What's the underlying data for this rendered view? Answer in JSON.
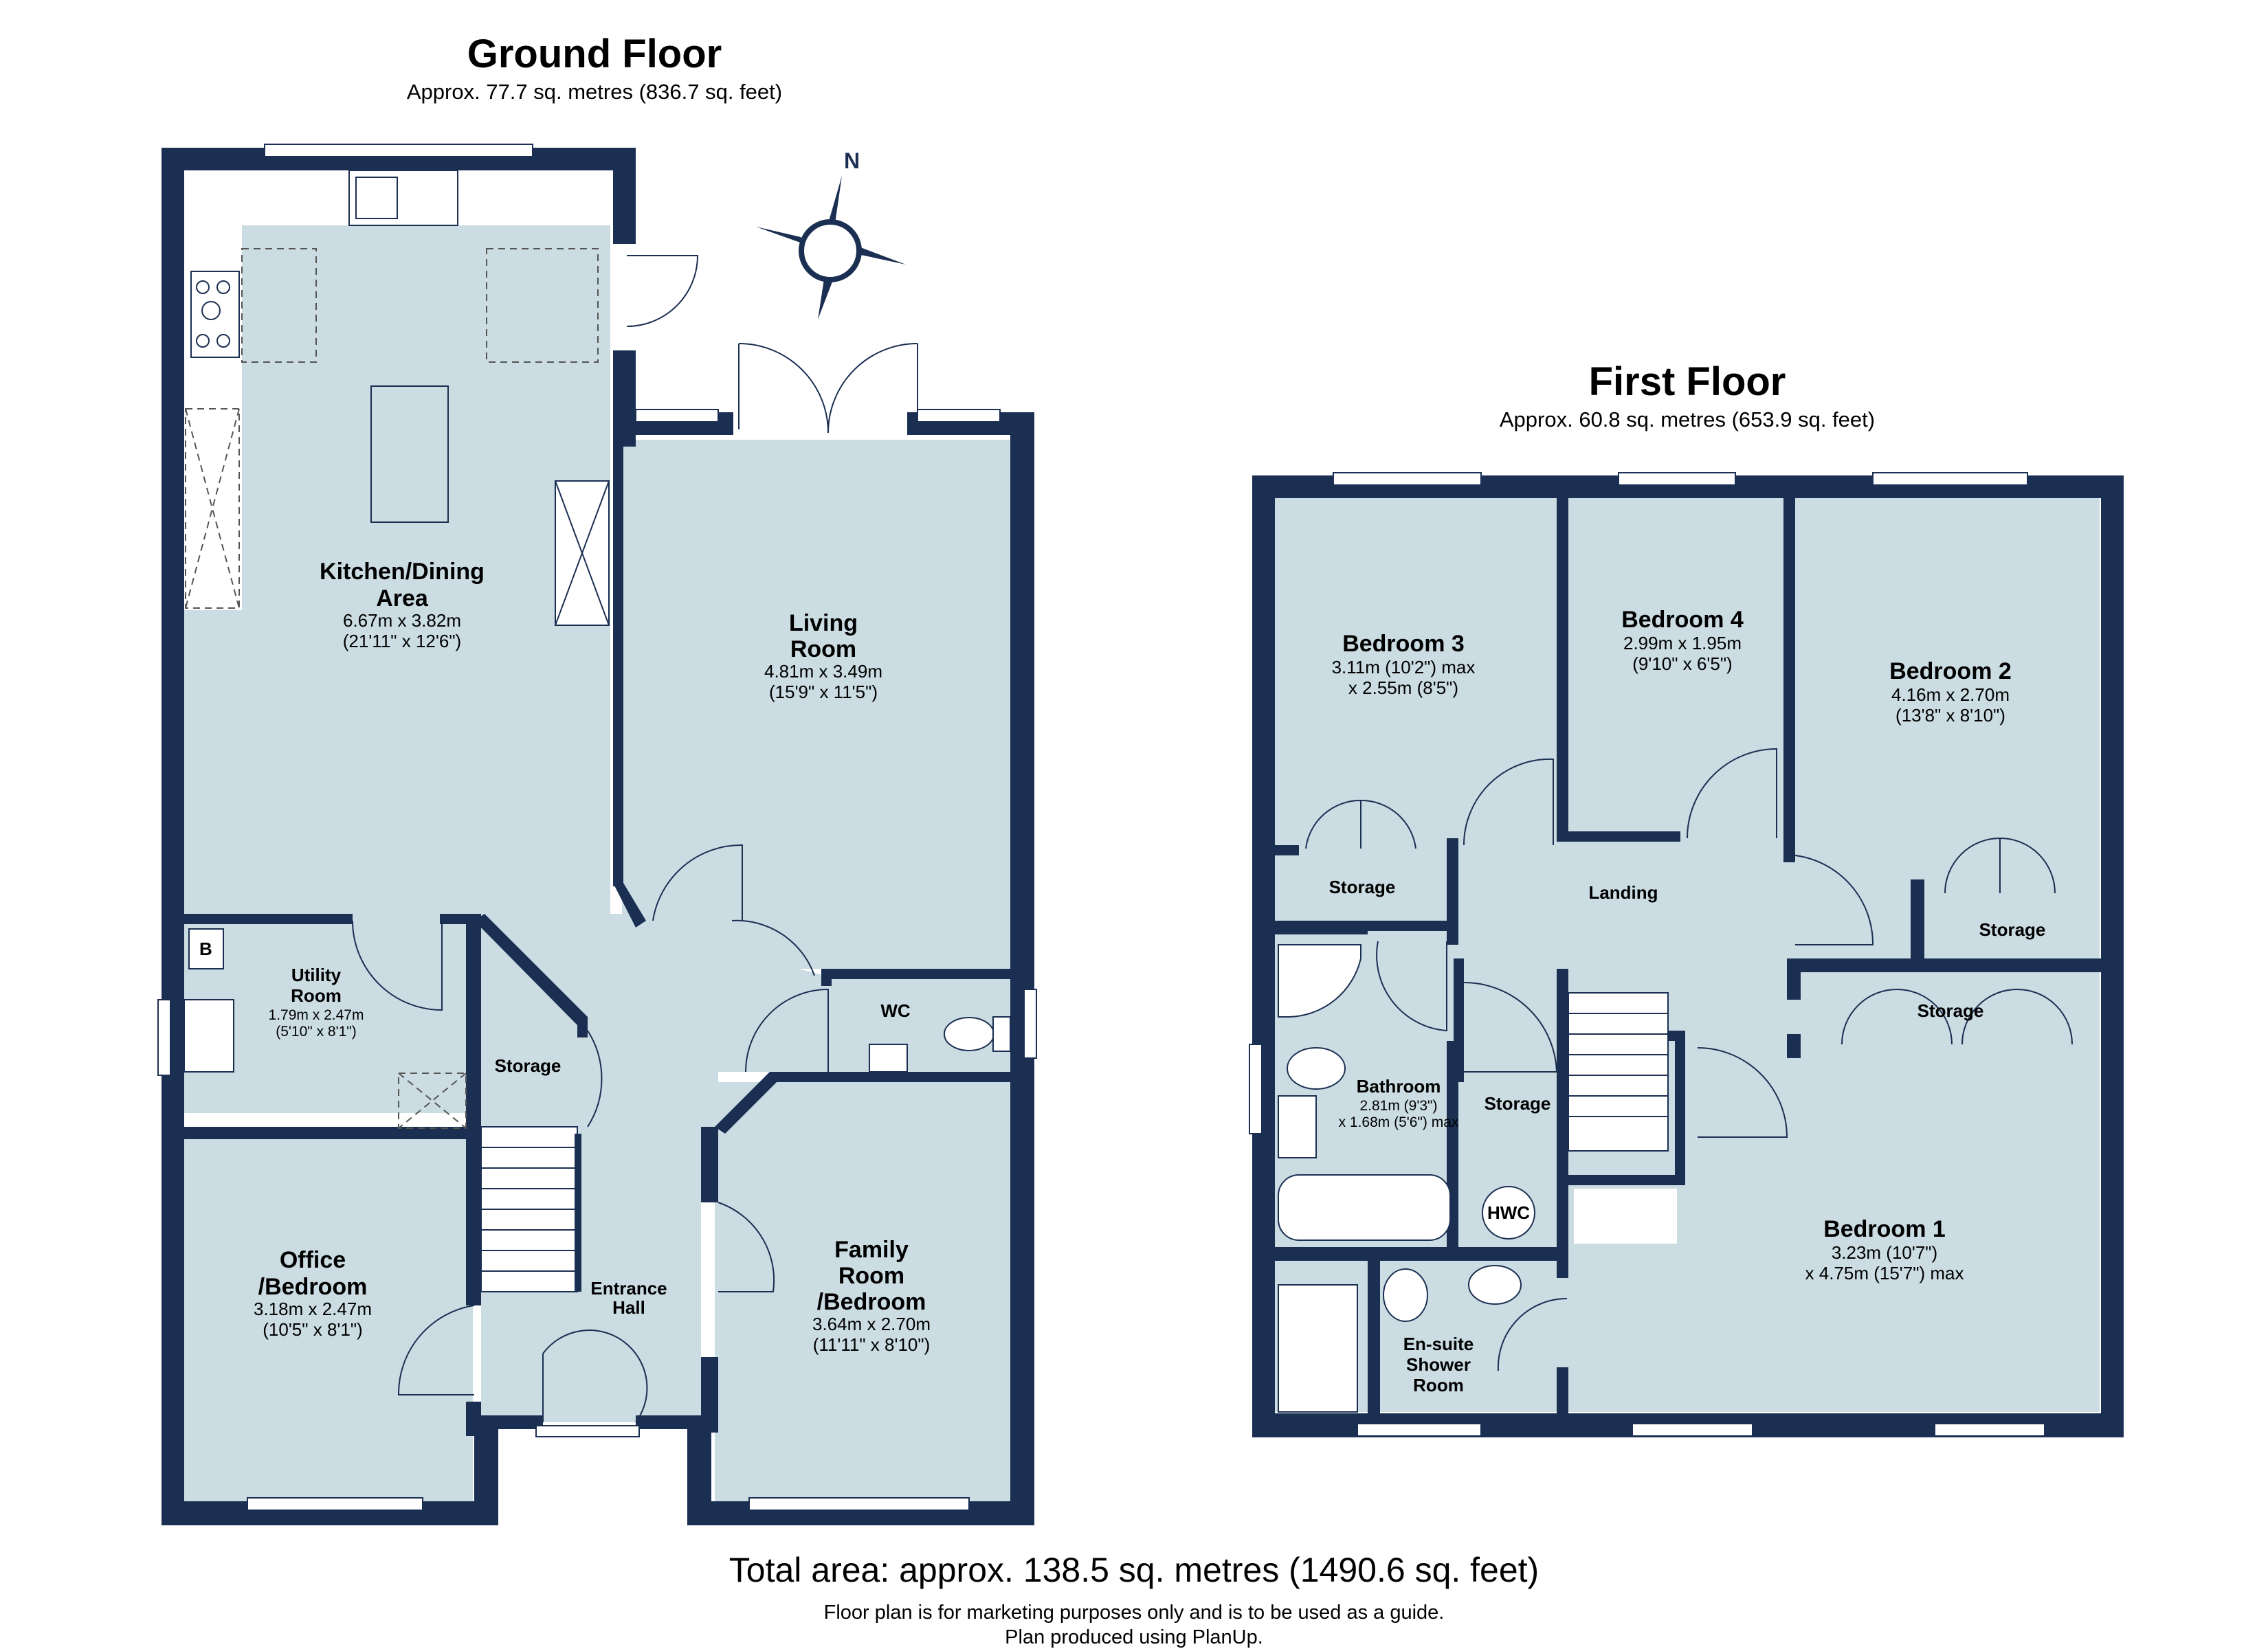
{
  "ground_floor": {
    "title": "Ground Floor",
    "area": "Approx. 77.7 sq. metres (836.7 sq. feet)",
    "rooms": {
      "kitchen": {
        "name1": "Kitchen/Dining",
        "name2": "Area",
        "dim1": "6.67m x 3.82m",
        "dim2": "(21'11\" x 12'6\")"
      },
      "living": {
        "name1": "Living",
        "name2": "Room",
        "dim1": "4.81m x 3.49m",
        "dim2": "(15'9\" x 11'5\")"
      },
      "utility": {
        "name1": "Utility",
        "name2": "Room",
        "dim1": "1.79m x 2.47m",
        "dim2": "(5'10\" x 8'1\")"
      },
      "storage": {
        "name1": "Storage"
      },
      "wc": {
        "name1": "WC"
      },
      "office": {
        "name1": "Office",
        "name2": "/Bedroom",
        "dim1": "3.18m x 2.47m",
        "dim2": "(10'5\" x 8'1\")"
      },
      "hall": {
        "name1": "Entrance",
        "name2": "Hall"
      },
      "family": {
        "name1": "Family",
        "name2": "Room",
        "name3": "/Bedroom",
        "dim1": "3.64m x 2.70m",
        "dim2": "(11'11\" x 8'10\")"
      },
      "boiler": {
        "name1": "B"
      }
    }
  },
  "first_floor": {
    "title": "First Floor",
    "area": "Approx. 60.8 sq. metres (653.9 sq. feet)",
    "rooms": {
      "bed3": {
        "name1": "Bedroom 3",
        "dim1": "3.11m (10'2\") max",
        "dim2": "x 2.55m (8'5\")"
      },
      "bed4": {
        "name1": "Bedroom 4",
        "dim1": "2.99m x 1.95m",
        "dim2": "(9'10\" x 6'5\")"
      },
      "bed2": {
        "name1": "Bedroom 2",
        "dim1": "4.16m x 2.70m",
        "dim2": "(13'8\" x 8'10\")"
      },
      "storage_a": {
        "name1": "Storage"
      },
      "landing": {
        "name1": "Landing"
      },
      "storage_b": {
        "name1": "Storage"
      },
      "storage_c": {
        "name1": "Storage"
      },
      "bathroom": {
        "name1": "Bathroom",
        "dim1": "2.81m (9'3\")",
        "dim2": "x 1.68m (5'6\") max"
      },
      "storage_d": {
        "name1": "Storage"
      },
      "hwc": {
        "name1": "HWC"
      },
      "bed1": {
        "name1": "Bedroom 1",
        "dim1": "3.23m (10'7\")",
        "dim2": "x 4.75m (15'7\") max"
      },
      "ensuite": {
        "name1": "En-suite",
        "name2": "Shower",
        "name3": "Room"
      }
    }
  },
  "compass": {
    "label": "N"
  },
  "total_area": "Total area: approx. 138.5 sq. metres (1490.6 sq. feet)",
  "disclaimer1": "Floor plan is for marketing purposes only and is to be used as a guide.",
  "disclaimer2": "Plan produced using PlanUp.",
  "colors": {
    "wall": "#1b2f52",
    "floor": "#cbdce2",
    "background": "#ffffff"
  }
}
